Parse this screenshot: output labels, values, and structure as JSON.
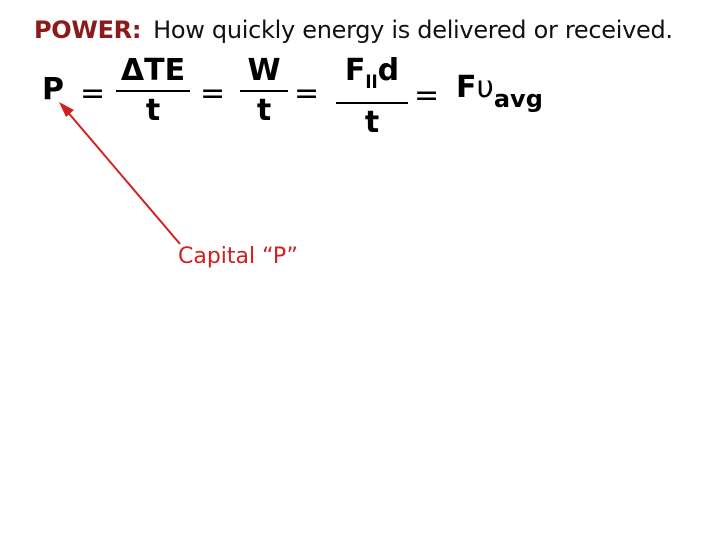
{
  "title": {
    "keyword": "POWER:",
    "text": "How quickly energy is delivered or received."
  },
  "formula": {
    "lhs": "P",
    "equals": "=",
    "frac1": {
      "num": "ΔTE",
      "den": "t"
    },
    "frac2": {
      "num": "W",
      "den": "t"
    },
    "frac3": {
      "num_main": "F",
      "num_sub": "ll",
      "num_tail": "d",
      "den": "t"
    },
    "rhs_main": "F",
    "rhs_greek": "υ",
    "rhs_sub": "avg"
  },
  "annotation": {
    "label": "Capital “P”",
    "color": "#d21f1f"
  },
  "colors": {
    "keyword": "#8b1a1a",
    "arrow": "#d21f1f"
  }
}
